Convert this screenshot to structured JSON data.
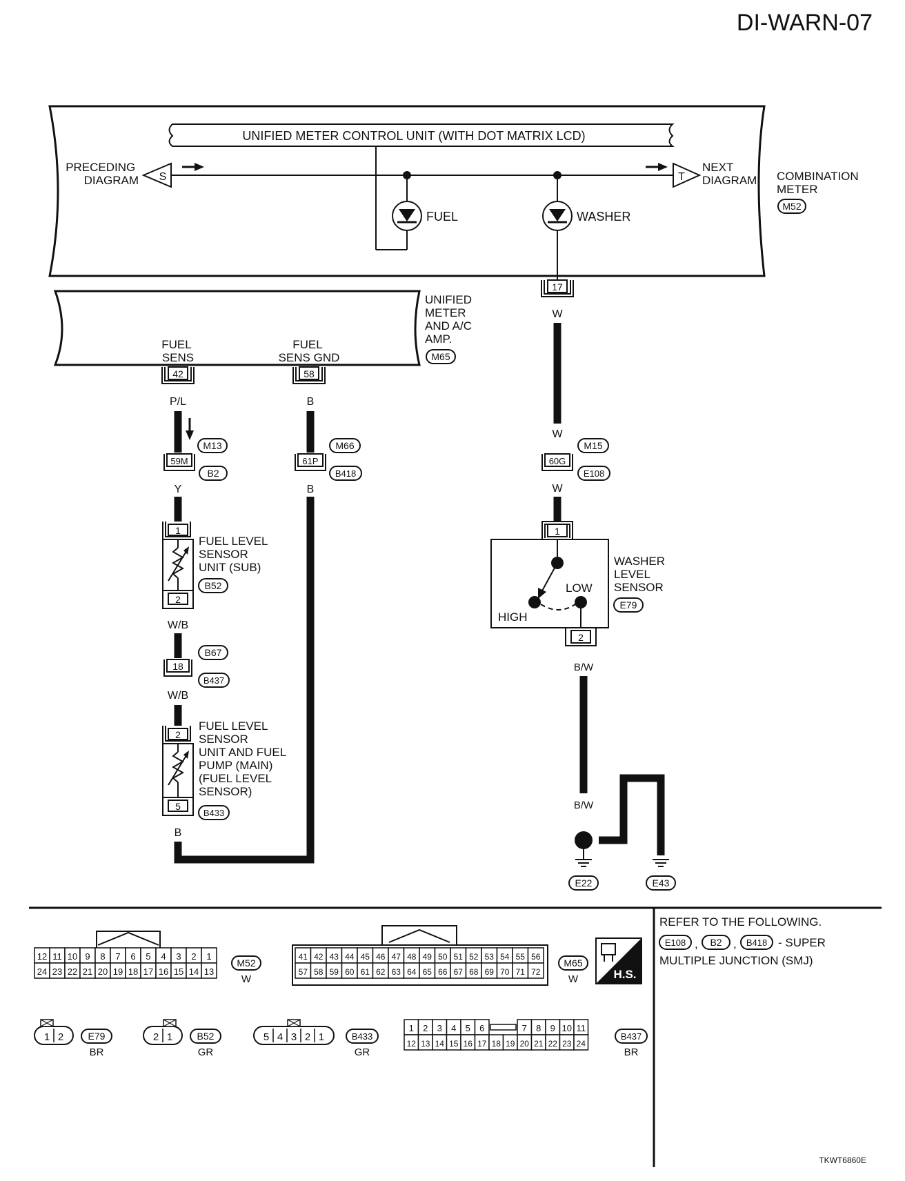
{
  "page": {
    "code": "DI-WARN-07",
    "figure_id": "TKWT6860E"
  },
  "combination_meter": {
    "unit_label": "UNIFIED METER CONTROL UNIT (WITH DOT MATRIX LCD)",
    "name_lines": [
      "COMBINATION",
      "METER"
    ],
    "connector": "M52",
    "preceding_lines": [
      "PRECEDING",
      "DIAGRAM"
    ],
    "preceding_marker": "S",
    "next_lines": [
      "NEXT",
      "DIAGRAM"
    ],
    "next_marker": "T",
    "fuel_indicator": "FUEL",
    "washer_indicator": "WASHER",
    "pin": "17"
  },
  "amp": {
    "name_lines": [
      "UNIFIED",
      "METER",
      "AND A/C",
      "AMP."
    ],
    "connector": "M65",
    "fuel_sens_lines": [
      "FUEL",
      "SENS"
    ],
    "fuel_sens_pin": "42",
    "fuel_gnd_lines": [
      "FUEL",
      "SENS GND"
    ],
    "fuel_gnd_pin": "58"
  },
  "fuel_circuit": {
    "wire_pl": "P/L",
    "wire_y": "Y",
    "wire_b": "B",
    "wire_wb": "W/B",
    "junction_59m": "59M",
    "junction_61p": "61P",
    "conn_m13": "M13",
    "conn_b2": "B2",
    "conn_m66": "M66",
    "conn_b418": "B418",
    "sub_sensor_lines": [
      "FUEL LEVEL",
      "SENSOR",
      "UNIT (SUB)"
    ],
    "sub_sensor_conn": "B52",
    "sub_pin_top": "1",
    "sub_pin_bottom": "2",
    "junction_18": "18",
    "conn_b67": "B67",
    "conn_b437": "B437",
    "main_sensor_lines": [
      "FUEL LEVEL",
      "SENSOR",
      "UNIT AND FUEL",
      "PUMP (MAIN)",
      "(FUEL LEVEL",
      " SENSOR)"
    ],
    "main_sensor_conn": "B433",
    "main_pin_top": "2",
    "main_pin_bottom": "5"
  },
  "washer_circuit": {
    "wire_w": "W",
    "wire_bw": "B/W",
    "wire_b": "B",
    "junction_60g": "60G",
    "conn_m15": "M15",
    "conn_e108": "E108",
    "sensor_lines": [
      "WASHER",
      "LEVEL",
      "SENSOR"
    ],
    "sensor_conn": "E79",
    "pin_top": "1",
    "pin_bottom": "2",
    "low": "LOW",
    "high": "HIGH",
    "ground_1": "E22",
    "ground_2": "E43"
  },
  "connector_views": {
    "m52": {
      "id": "M52",
      "color": "W",
      "top": [
        "12",
        "11",
        "10",
        "9",
        "8",
        "7",
        "6",
        "5",
        "4",
        "3",
        "2",
        "1"
      ],
      "bottom": [
        "24",
        "23",
        "22",
        "21",
        "20",
        "19",
        "18",
        "17",
        "16",
        "15",
        "14",
        "13"
      ]
    },
    "m65": {
      "id": "M65",
      "color": "W",
      "top": [
        "41",
        "42",
        "43",
        "44",
        "45",
        "46",
        "47",
        "48",
        "49",
        "50",
        "51",
        "52",
        "53",
        "54",
        "55",
        "56"
      ],
      "bottom": [
        "57",
        "58",
        "59",
        "60",
        "61",
        "62",
        "63",
        "64",
        "65",
        "66",
        "67",
        "68",
        "69",
        "70",
        "71",
        "72"
      ]
    },
    "e79": {
      "id": "E79",
      "color": "BR",
      "pins": [
        "1",
        "2"
      ]
    },
    "b52": {
      "id": "B52",
      "color": "GR",
      "pins": [
        "2",
        "1"
      ]
    },
    "b433": {
      "id": "B433",
      "color": "GR",
      "pins": [
        "5",
        "4",
        "3",
        "2",
        "1"
      ]
    },
    "b437": {
      "id": "B437",
      "color": "BR",
      "top": [
        "1",
        "2",
        "3",
        "4",
        "5",
        "6",
        "7",
        "8",
        "9",
        "10",
        "11"
      ],
      "bottom": [
        "12",
        "13",
        "14",
        "15",
        "16",
        "17",
        "18",
        "19",
        "20",
        "21",
        "22",
        "23",
        "24"
      ]
    },
    "hs_badge": "H.S."
  },
  "reference": {
    "title": "REFER TO THE FOLLOWING.",
    "conns": [
      "E108",
      "B2",
      "B418"
    ],
    "sep": ",",
    "desc_1": "- SUPER",
    "desc_2": "MULTIPLE JUNCTION (SMJ)"
  }
}
